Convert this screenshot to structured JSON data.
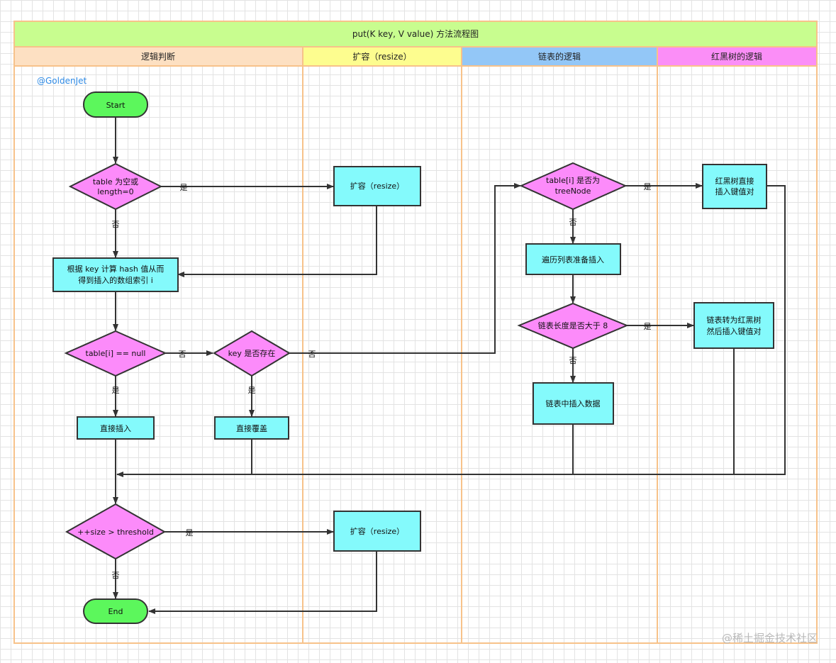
{
  "title": "put(K key, V value) 方法流程图",
  "lanes": [
    {
      "label": "逻辑判断",
      "color": "#fde0c2"
    },
    {
      "label": "扩容（resize）",
      "color": "#fdfd8f"
    },
    {
      "label": "链表的逻辑",
      "color": "#93c7f7"
    },
    {
      "label": "红黑树的逻辑",
      "color": "#fb8ef7"
    }
  ],
  "author": "@GoldenJet",
  "watermark": "@稀土掘金技术社区",
  "colors": {
    "title_bg": "#c8fd8f",
    "border": "#f7c28a",
    "terminal": "#5cf75c",
    "decision": "#fc8bfa",
    "process": "#84fafc",
    "line": "#333333"
  },
  "nodes": {
    "start": {
      "lines": [
        "Start"
      ]
    },
    "d_table_empty": {
      "lines": [
        "table 为空或",
        "length=0"
      ]
    },
    "resize1": {
      "lines": [
        "扩容（resize）"
      ]
    },
    "calc_index": {
      "lines": [
        "根据 key 计算 hash 值从而",
        "得到插入的数组索引 i"
      ]
    },
    "d_null": {
      "lines": [
        "table[i] == null"
      ]
    },
    "d_key_exists": {
      "lines": [
        "key 是否存在"
      ]
    },
    "d_treenode": {
      "lines": [
        "table[i] 是否为",
        "treeNode"
      ]
    },
    "rb_insert": {
      "lines": [
        "红黑树直接",
        "插入键值对"
      ]
    },
    "traverse": {
      "lines": [
        "遍历列表准备插入"
      ]
    },
    "d_len8": {
      "lines": [
        "链表长度是否大于 8"
      ]
    },
    "to_rbtree": {
      "lines": [
        "链表转为红黑树",
        "然后插入键值对"
      ]
    },
    "list_insert": {
      "lines": [
        "链表中插入数据"
      ]
    },
    "direct_insert": {
      "lines": [
        "直接插入"
      ]
    },
    "direct_cover": {
      "lines": [
        "直接覆盖"
      ]
    },
    "d_threshold": {
      "lines": [
        "++size > threshold"
      ]
    },
    "resize2": {
      "lines": [
        "扩容（resize）"
      ]
    },
    "end": {
      "lines": [
        "End"
      ]
    }
  },
  "edge_labels": {
    "empty_yes": "是",
    "empty_no": "否",
    "null_no": "否",
    "null_yes": "是",
    "exists_no": "否",
    "exists_yes": "是",
    "tree_yes": "是",
    "tree_no": "否",
    "len_yes": "是",
    "len_no": "否",
    "thr_yes": "是",
    "thr_no": "否"
  }
}
